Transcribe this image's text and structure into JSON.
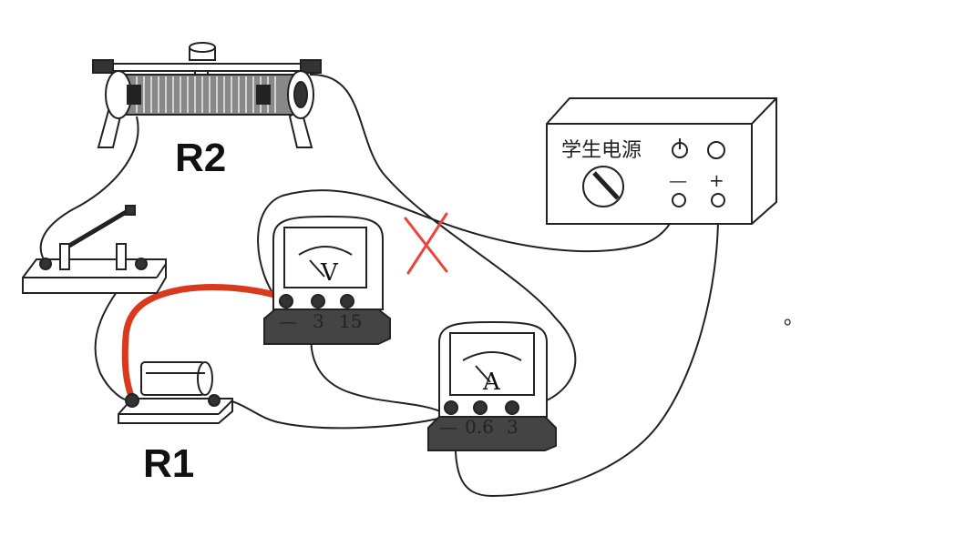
{
  "labels": {
    "r2": "R2",
    "r1": "R1"
  },
  "power_supply": {
    "title": "学生电源",
    "neg_symbol": "—",
    "pos_symbol": "+"
  },
  "voltmeter": {
    "symbol": "V",
    "terminals": [
      "—",
      "3",
      "15"
    ]
  },
  "ammeter": {
    "symbol": "A",
    "terminals": [
      "—",
      "0.6",
      "3"
    ]
  },
  "annotations": {
    "trailing_mark": "。"
  },
  "colors": {
    "wire": "#222222",
    "highlight_wire": "#d93a1e",
    "cross_mark": "#e8453c"
  }
}
